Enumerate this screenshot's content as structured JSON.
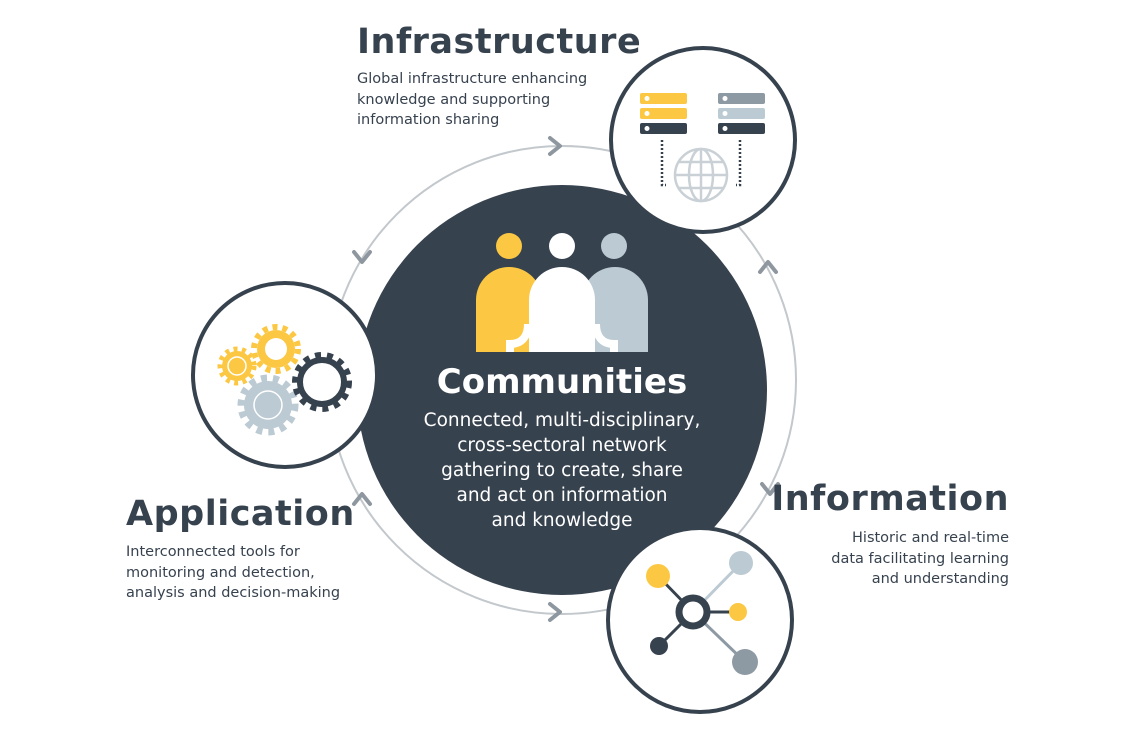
{
  "center": {
    "title": "Communities",
    "description": [
      "Connected, multi-disciplinary,",
      "cross-sectoral network",
      "gathering to create, share",
      "and act on information",
      "and knowledge"
    ],
    "icon": "people-group-icon"
  },
  "nodes": {
    "infrastructure": {
      "title": "Infrastructure",
      "description": [
        "Global infrastructure enhancing",
        "knowledge and supporting",
        "information sharing"
      ],
      "icon": "servers-globe-icon"
    },
    "application": {
      "title": "Application",
      "description": [
        "Interconnected tools for",
        "monitoring and detection,",
        "analysis and decision-making"
      ],
      "icon": "gears-icon"
    },
    "information": {
      "title": "Information",
      "description": [
        "Historic and real-time",
        "data facilitating learning",
        "and understanding"
      ],
      "icon": "network-nodes-icon"
    }
  },
  "colors": {
    "dark": "#37424f",
    "yellow": "#fcc844",
    "lightgray": "#bccad3",
    "midgray": "#8e9aa3",
    "ring": "#b7bdc2"
  }
}
